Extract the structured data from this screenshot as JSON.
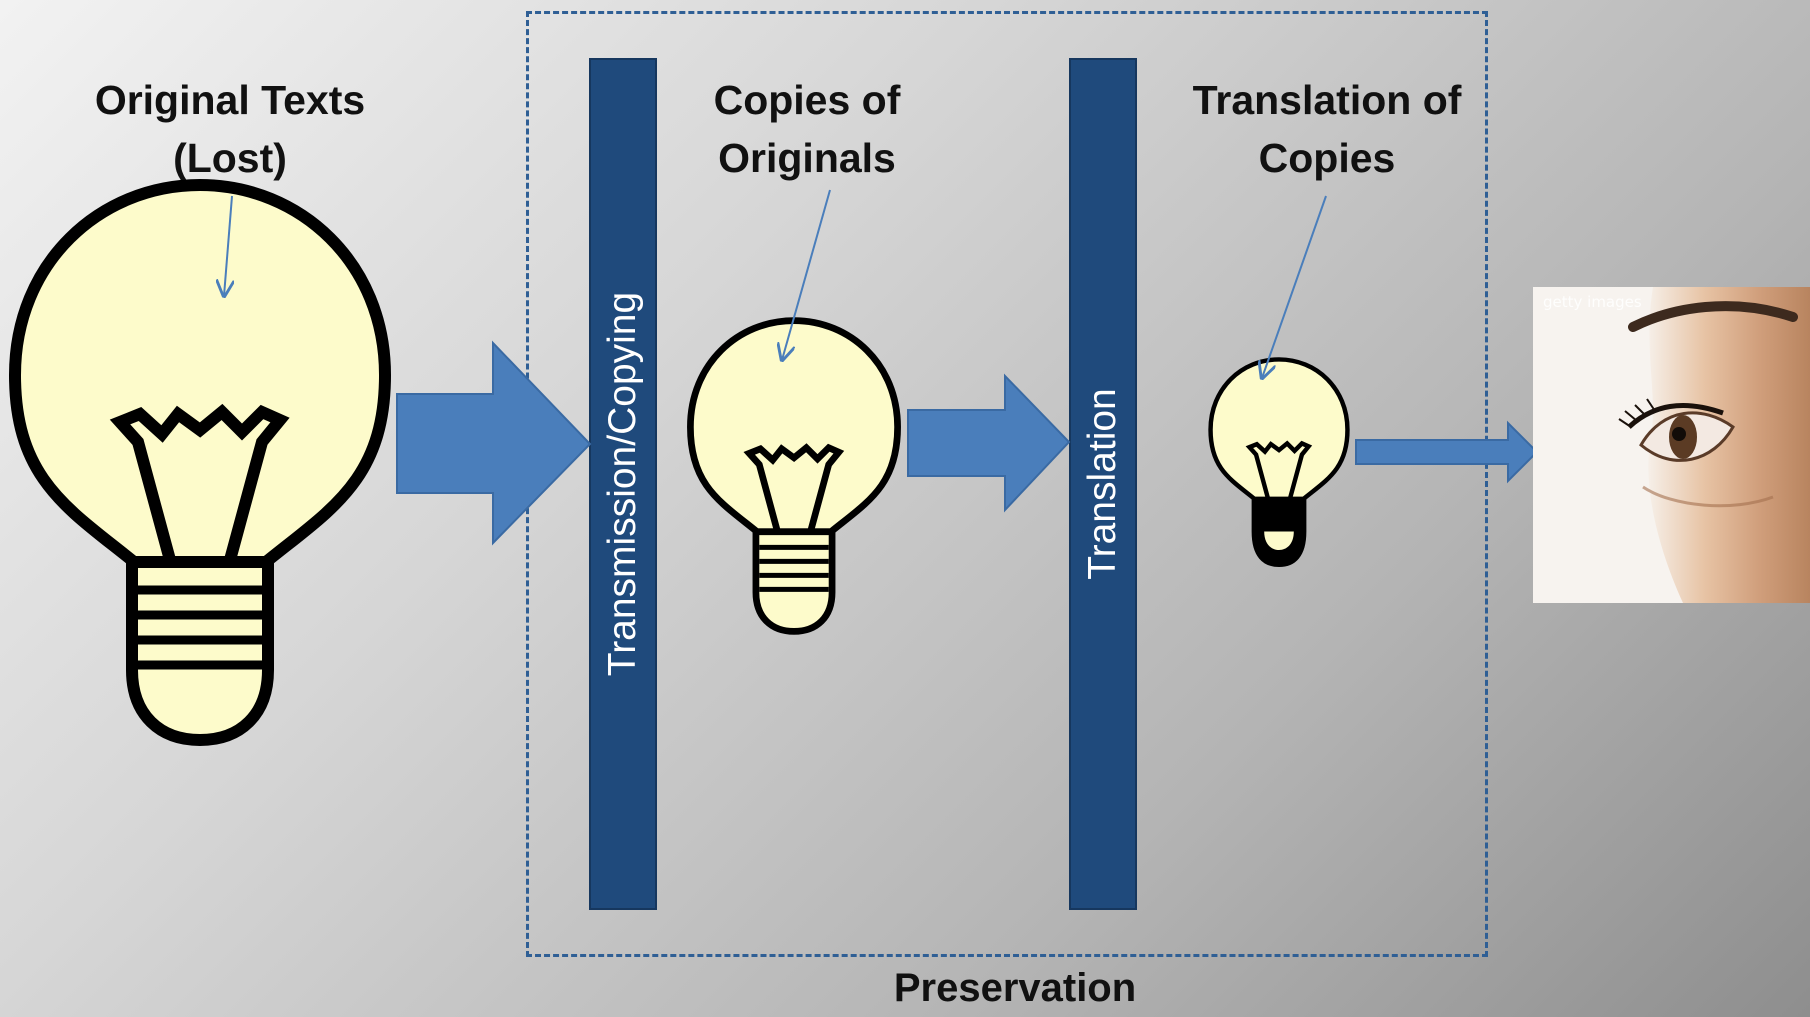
{
  "labels": {
    "original": [
      "Original Texts",
      "(Lost)"
    ],
    "copies": [
      "Copies of",
      "Originals"
    ],
    "translation": [
      "Translation of",
      "Copies"
    ]
  },
  "bars": {
    "transmission": "Transmission/Copying",
    "translation": "Translation"
  },
  "footer": "Preservation",
  "photo": {
    "watermark": "getty images"
  },
  "colors": {
    "bulb_fill": "#fdfbcb",
    "arrow_fill": "#4a7ebb",
    "bar_fill": "#1f4a7c",
    "dash_border": "#2f5f95",
    "pointer_line": "#4a7ebb"
  }
}
